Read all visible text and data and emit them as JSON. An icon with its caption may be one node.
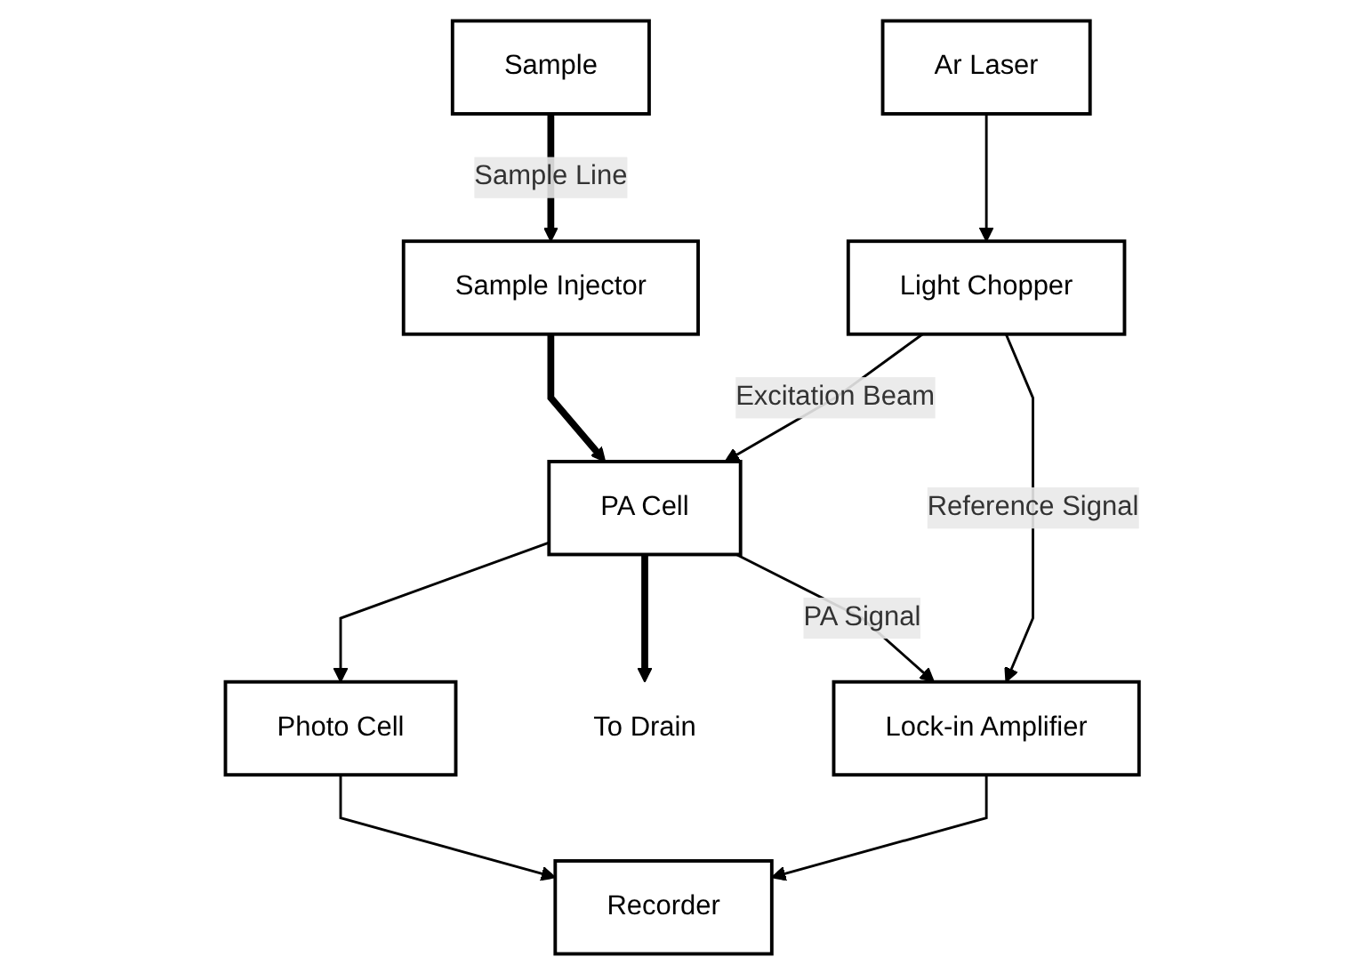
{
  "diagram": {
    "nodes": [
      {
        "text": [
          "Sample"
        ]
      },
      {
        "text": [
          "Sample Injector"
        ]
      },
      {
        "text": [
          "Ar Laser"
        ]
      },
      {
        "text": [
          "Light Chopper"
        ]
      },
      {
        "text": [
          "PA Cell"
        ]
      },
      {
        "text": [
          "Photo Cell"
        ]
      },
      {
        "text": [
          "Lock-in Amplifier"
        ]
      },
      {
        "text": [
          "Recorder"
        ]
      },
      {
        "text": [
          "To Drain"
        ]
      }
    ],
    "edges": [
      {
        "from": 0,
        "to": 1,
        "arrow": "to",
        "style": "thick",
        "label": "Sample Line"
      },
      {
        "from": 1,
        "to": 4,
        "arrow": "to",
        "style": "thick"
      },
      {
        "from": 2,
        "to": 3,
        "arrow": "to"
      },
      {
        "from": 3,
        "to": 4,
        "arrow": "to",
        "label": "Excitation Beam"
      },
      {
        "from": 4,
        "to": 5,
        "arrow": "to"
      },
      {
        "from": 4,
        "to": 8,
        "arrow": "to",
        "style": "thick"
      },
      {
        "from": 3,
        "to": 6,
        "arrow": "to",
        "label": "Reference Signal"
      },
      {
        "from": 4,
        "to": 6,
        "arrow": "to",
        "label": "PA Signal"
      },
      {
        "from": 6,
        "to": 7,
        "arrow": "to"
      },
      {
        "from": 5,
        "to": 7,
        "arrow": "to"
      }
    ]
  }
}
